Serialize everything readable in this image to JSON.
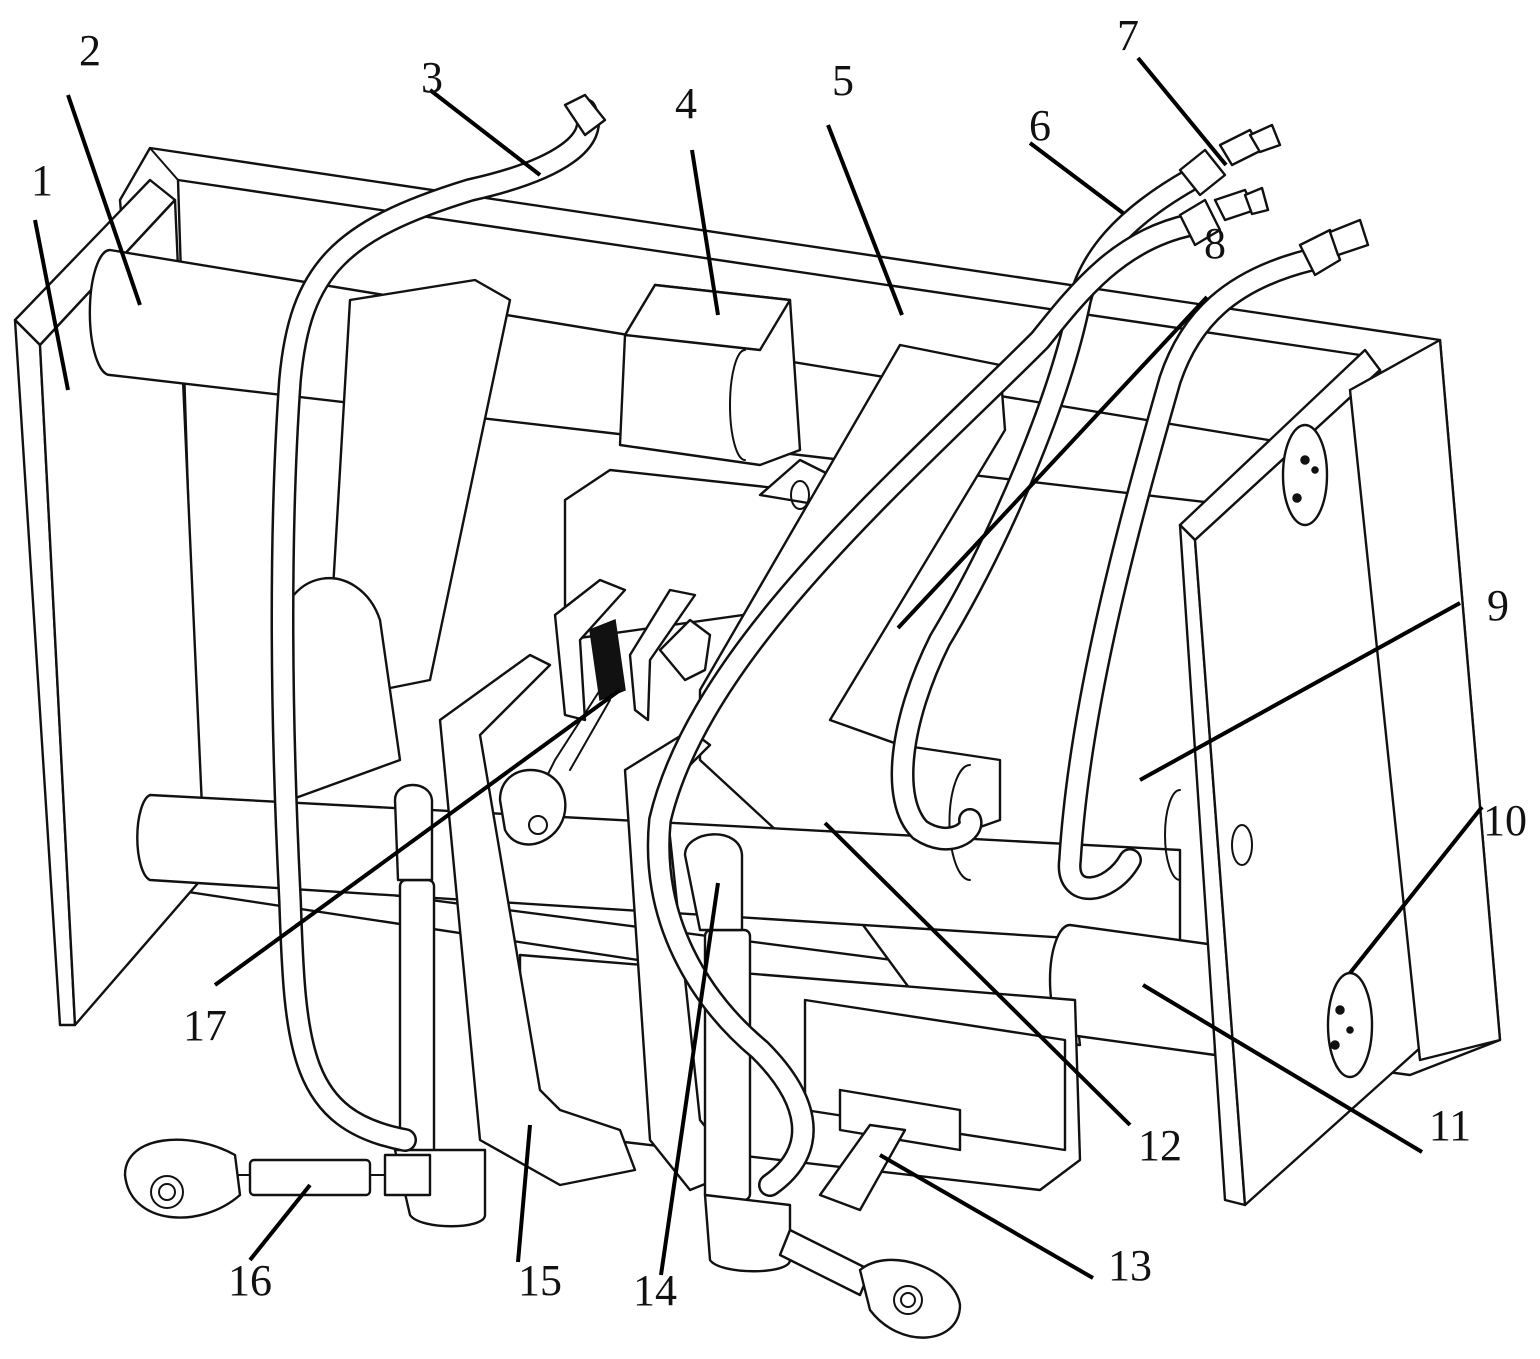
{
  "figure": {
    "type": "patent-style isometric mechanical line drawing",
    "line_color": "#111111",
    "background_color": "#ffffff"
  },
  "callouts": [
    {
      "id": 1,
      "label": "1"
    },
    {
      "id": 2,
      "label": "2"
    },
    {
      "id": 3,
      "label": "3"
    },
    {
      "id": 4,
      "label": "4"
    },
    {
      "id": 5,
      "label": "5"
    },
    {
      "id": 6,
      "label": "6"
    },
    {
      "id": 7,
      "label": "7"
    },
    {
      "id": 8,
      "label": "8"
    },
    {
      "id": 9,
      "label": "9"
    },
    {
      "id": 10,
      "label": "10"
    },
    {
      "id": 11,
      "label": "11"
    },
    {
      "id": 12,
      "label": "12"
    },
    {
      "id": 13,
      "label": "13"
    },
    {
      "id": 14,
      "label": "14"
    },
    {
      "id": 15,
      "label": "15"
    },
    {
      "id": 16,
      "label": "16"
    },
    {
      "id": 17,
      "label": "17"
    }
  ]
}
